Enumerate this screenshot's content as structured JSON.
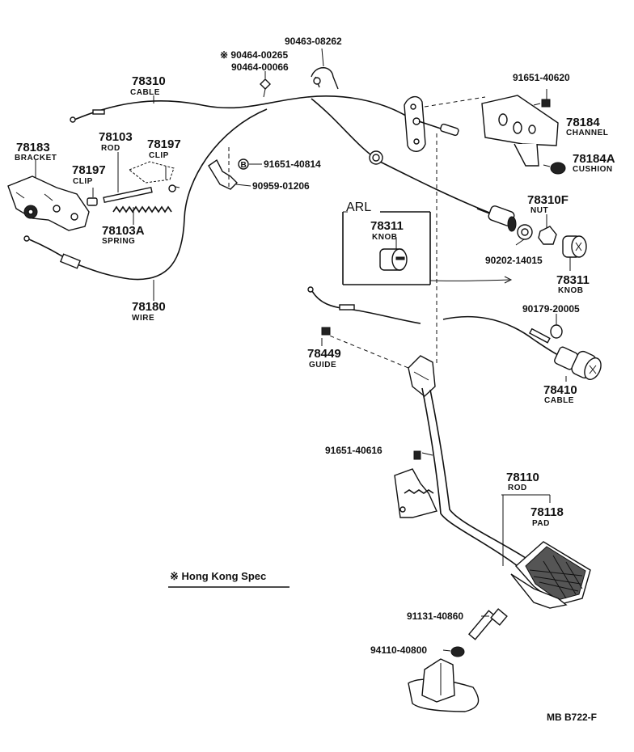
{
  "labels": {
    "cable_78310_num": "78310",
    "cable_78310_name": "CABLE",
    "bracket_78183_num": "78183",
    "bracket_78183_name": "BRACKET",
    "rod_78103_num": "78103",
    "rod_78103_name": "ROD",
    "clip_78197a_num": "78197",
    "clip_78197a_name": "CLIP",
    "clip_78197b_num": "78197",
    "clip_78197b_name": "CLIP",
    "spring_78103a_num": "78103A",
    "spring_78103a_name": "SPRING",
    "wire_78180_num": "78180",
    "wire_78180_name": "WIRE",
    "part_90463_08262": "90463-08262",
    "part_90464_00265": "※ 90464-00265",
    "part_90464_00066": "90464-00066",
    "part_91651_40814": "91651-40814",
    "part_91651_40814_marker": "B",
    "part_90959_01206": "90959-01206",
    "part_91651_40620": "91651-40620",
    "channel_78184_num": "78184",
    "channel_78184_name": "CHANNEL",
    "cushion_78184a_num": "78184A",
    "cushion_78184a_name": "CUSHION",
    "arl_title": "ARL",
    "knob_78311_box_num": "78311",
    "knob_78311_box_name": "KNOB",
    "nut_78310f_num": "78310F",
    "nut_78310f_name": "NUT",
    "part_90202_14015": "90202-14015",
    "knob_78311_num": "78311",
    "knob_78311_name": "KNOB",
    "part_90179_20005": "90179-20005",
    "guide_78449_num": "78449",
    "guide_78449_name": "GUIDE",
    "cable_78410_num": "78410",
    "cable_78410_name": "CABLE",
    "part_91651_40616": "91651-40616",
    "rod_78110_num": "78110",
    "rod_78110_name": "ROD",
    "pad_78118_num": "78118",
    "pad_78118_name": "PAD",
    "part_91131_40860": "91131-40860",
    "part_94110_40800": "94110-40800",
    "note_hong_kong": "※ Hong Kong Spec",
    "figure_code": "MB  B722-F"
  }
}
